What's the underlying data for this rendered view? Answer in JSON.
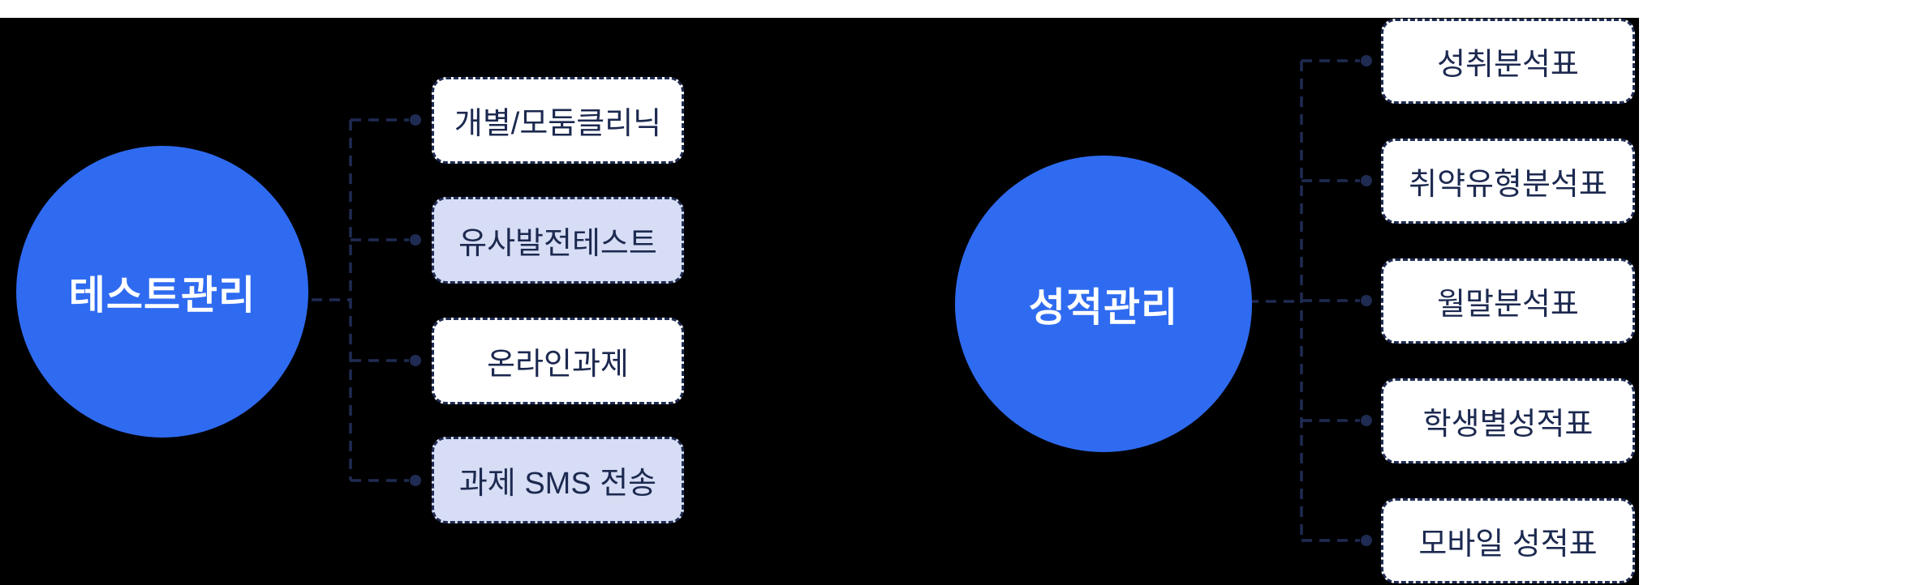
{
  "colors": {
    "page_bg": "#ffffff",
    "canvas_bg": "#000000",
    "circle_fill": "#2F6BF0",
    "circle_text": "#ffffff",
    "node_border": "#1F2B52",
    "node_text": "#1C2950",
    "node_fill_white": "#ffffff",
    "node_fill_tint": "#D6DDF4"
  },
  "groups": [
    {
      "hub": "테스트관리",
      "items": [
        {
          "label": "개별/모둠클리닉",
          "tinted": false
        },
        {
          "label": "유사발전테스트",
          "tinted": true
        },
        {
          "label": "온라인과제",
          "tinted": false
        },
        {
          "label": "과제 SMS 전송",
          "tinted": true
        }
      ]
    },
    {
      "hub": "성적관리",
      "items": [
        {
          "label": "성취분석표",
          "tinted": false
        },
        {
          "label": "취약유형분석표",
          "tinted": false
        },
        {
          "label": "월말분석표",
          "tinted": false
        },
        {
          "label": "학생별성적표",
          "tinted": false
        },
        {
          "label": "모바일 성적표",
          "tinted": false
        }
      ]
    }
  ]
}
